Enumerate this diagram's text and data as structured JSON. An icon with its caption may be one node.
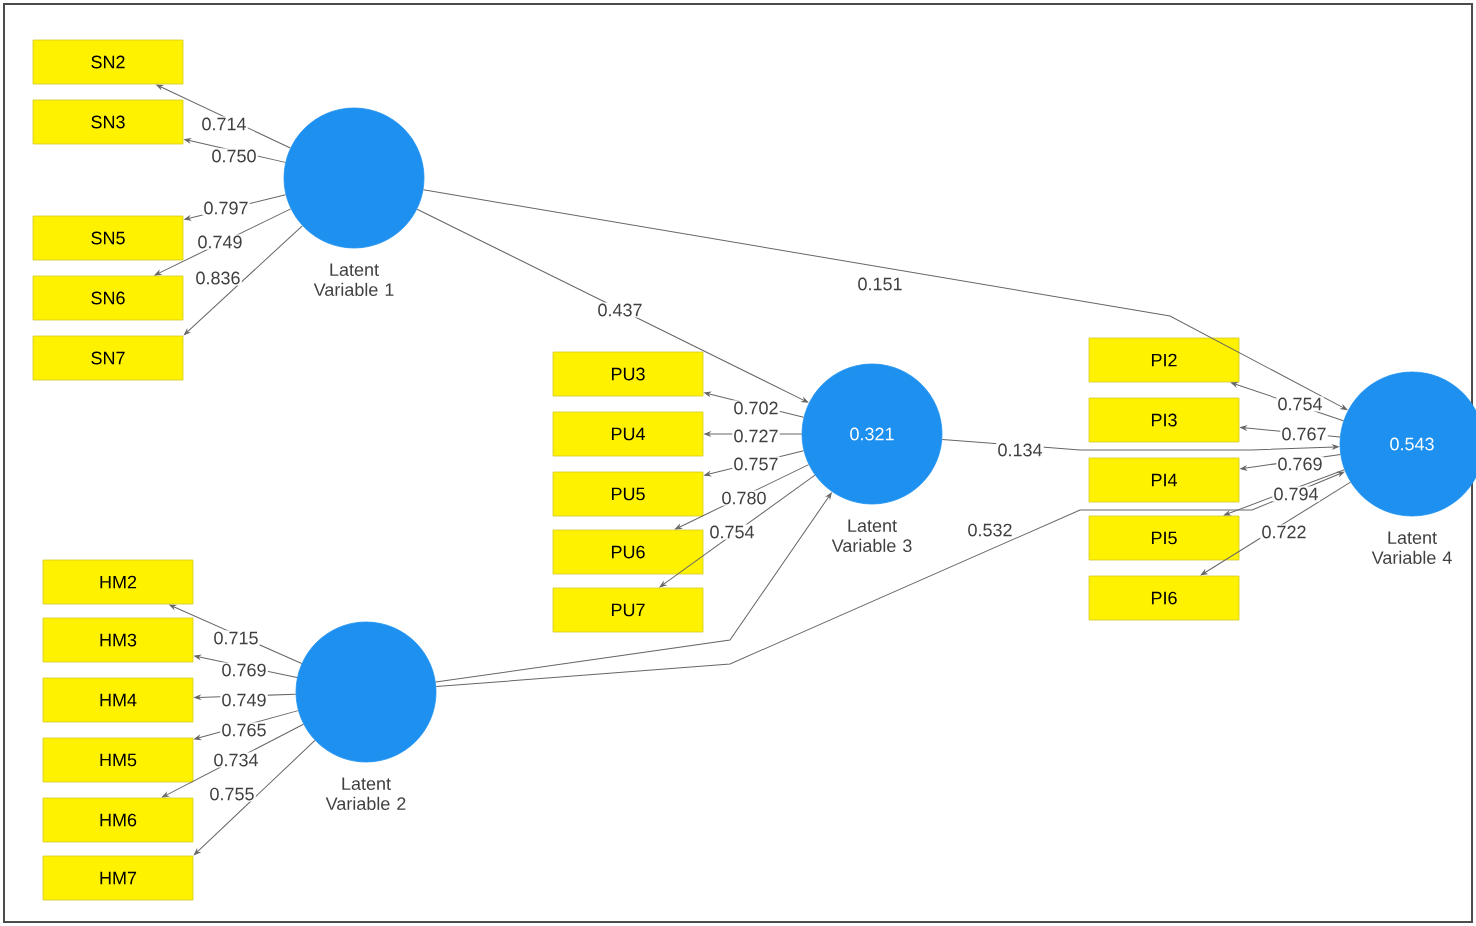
{
  "diagram": {
    "nodes": [
      {
        "text": [
          "SN2"
        ]
      },
      {
        "text": [
          "SN3"
        ]
      },
      {
        "text": [
          "SN5"
        ]
      },
      {
        "text": [
          "SN6"
        ]
      },
      {
        "text": [
          "SN7"
        ]
      },
      {
        "text": [],
        "shape": "circle",
        "beside": [
          "Latent Variable 1"
        ]
      },
      {
        "text": [
          "PU3"
        ]
      },
      {
        "text": [
          "PU4"
        ]
      },
      {
        "text": [
          "PU5"
        ]
      },
      {
        "text": [
          "PU6"
        ]
      },
      {
        "text": [
          "PU7"
        ]
      },
      {
        "text": [
          "0.321"
        ],
        "beside": [
          "Latent Variable 3"
        ]
      },
      {
        "text": [
          "PI2"
        ]
      },
      {
        "text": [
          "PI3"
        ]
      },
      {
        "text": [
          "PI4"
        ]
      },
      {
        "text": [
          "PI5"
        ]
      },
      {
        "text": [
          "PI6"
        ]
      },
      {
        "text": [
          "0.543"
        ],
        "beside": [
          "Latent Variable 4"
        ]
      },
      {
        "text": [
          "HM2"
        ]
      },
      {
        "text": [
          "HM3"
        ]
      },
      {
        "text": [
          "HM4"
        ]
      },
      {
        "text": [
          "HM5"
        ]
      },
      {
        "text": [
          "HM6"
        ]
      },
      {
        "text": [
          "HM7"
        ]
      },
      {
        "text": [],
        "shape": "circle",
        "beside": [
          "Latent Variable 2"
        ]
      }
    ],
    "edges": [
      {
        "from": 5,
        "to": 0,
        "arrow": "to",
        "label": "0.714"
      },
      {
        "from": 5,
        "to": 1,
        "arrow": "to",
        "label": "0.750"
      },
      {
        "from": 5,
        "to": 2,
        "arrow": "to",
        "label": "0.797"
      },
      {
        "from": 5,
        "to": 3,
        "arrow": "to",
        "label": "0.749"
      },
      {
        "from": 5,
        "to": 4,
        "arrow": "to",
        "label": "0.836"
      },
      {
        "from": 24,
        "to": 18,
        "arrow": "to",
        "label": "0.715"
      },
      {
        "from": 24,
        "to": 19,
        "arrow": "to",
        "label": "0.769"
      },
      {
        "from": 24,
        "to": 20,
        "arrow": "to",
        "label": "0.749"
      },
      {
        "from": 24,
        "to": 21,
        "arrow": "to",
        "label": "0.765"
      },
      {
        "from": 24,
        "to": 22,
        "arrow": "to",
        "label": "0.734"
      },
      {
        "from": 24,
        "to": 23,
        "arrow": "to",
        "label": "0.755"
      },
      {
        "from": 11,
        "to": 6,
        "arrow": "to",
        "label": "0.702"
      },
      {
        "from": 11,
        "to": 7,
        "arrow": "to",
        "label": "0.727"
      },
      {
        "from": 11,
        "to": 8,
        "arrow": "to",
        "label": "0.757"
      },
      {
        "from": 11,
        "to": 9,
        "arrow": "to",
        "label": "0.780"
      },
      {
        "from": 11,
        "to": 10,
        "arrow": "to",
        "label": "0.754"
      },
      {
        "from": 17,
        "to": 12,
        "arrow": "to",
        "label": "0.754"
      },
      {
        "from": 17,
        "to": 13,
        "arrow": "to",
        "label": "0.767"
      },
      {
        "from": 17,
        "to": 14,
        "arrow": "to",
        "label": "0.769"
      },
      {
        "from": 17,
        "to": 15,
        "arrow": "to",
        "label": "0.794"
      },
      {
        "from": 17,
        "to": 16,
        "arrow": "to",
        "label": "0.722"
      },
      {
        "from": 5,
        "to": 11,
        "arrow": "to",
        "label": "0.437"
      },
      {
        "from": 5,
        "to": 17,
        "arrow": "to",
        "label": "0.151"
      },
      {
        "from": 11,
        "to": 17,
        "arrow": "to",
        "label": "0.134"
      },
      {
        "from": 24,
        "to": 11,
        "arrow": "to"
      },
      {
        "from": 24,
        "to": 17,
        "arrow": "to",
        "label": "0.532"
      }
    ]
  }
}
